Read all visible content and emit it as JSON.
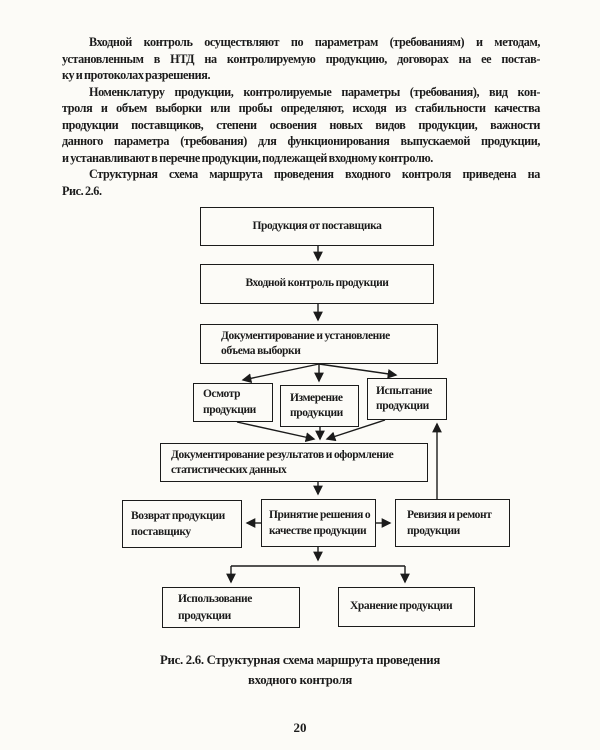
{
  "document": {
    "paragraphs": [
      {
        "lines": [
          "Входной контроль осуществляют по параметрам (требованиям) и методам,",
          "установленным в НТД на контролируемую продукцию, договорах на ее постав-",
          "ку и протоколах разрешения."
        ]
      },
      {
        "lines": [
          "Номенклатуру продукции, контролируемые параметры (требования), вид кон-",
          "троля и объем выборки или пробы определяют, исходя из стабильности качества",
          "продукции поставщиков, степени освоения новых видов продукции, важности",
          "данного параметра (требования) для функционирования выпускаемой продукции,",
          "и устанавливают в перечне продукции, подлежащей входному контролю."
        ]
      },
      {
        "lines": [
          "Структурная схема маршрута проведения входного контроля приведена на",
          "Рис. 2.6."
        ]
      }
    ]
  },
  "flowchart": {
    "boxes": [
      {
        "id": "product-from-supplier",
        "label": "Продукция от поставщика"
      },
      {
        "id": "incoming-inspection",
        "label": "Входной контроль продукции"
      },
      {
        "id": "documenting-sample-volume",
        "label": "Документирование и установление\nобъема выборки"
      },
      {
        "id": "visual-inspection",
        "label": "Осмотр\nпродукции"
      },
      {
        "id": "measurement",
        "label": "Измерение\nпродукции"
      },
      {
        "id": "testing",
        "label": "Испытание\nпродукции"
      },
      {
        "id": "documenting-results",
        "label": "Документирование результатов и оформление\nстатистических данных"
      },
      {
        "id": "return-to-supplier",
        "label": "Возврат продукции\nпоставщику"
      },
      {
        "id": "quality-decision",
        "label": "Принятие решения о\nкачестве продукции"
      },
      {
        "id": "revision-repair",
        "label": "Ревизия и ремонт\nпродукции"
      },
      {
        "id": "product-use",
        "label": "Использование\nпродукции"
      },
      {
        "id": "product-storage",
        "label": "Хранение продукции"
      }
    ]
  },
  "figure": {
    "caption_lines": [
      "Рис. 2.6. Структурная схема маршрута проведения",
      "входного контроля"
    ]
  },
  "page": {
    "number": "20"
  },
  "colors": {
    "ink": "#1b1b1b",
    "paper": "#fcfbf7"
  }
}
